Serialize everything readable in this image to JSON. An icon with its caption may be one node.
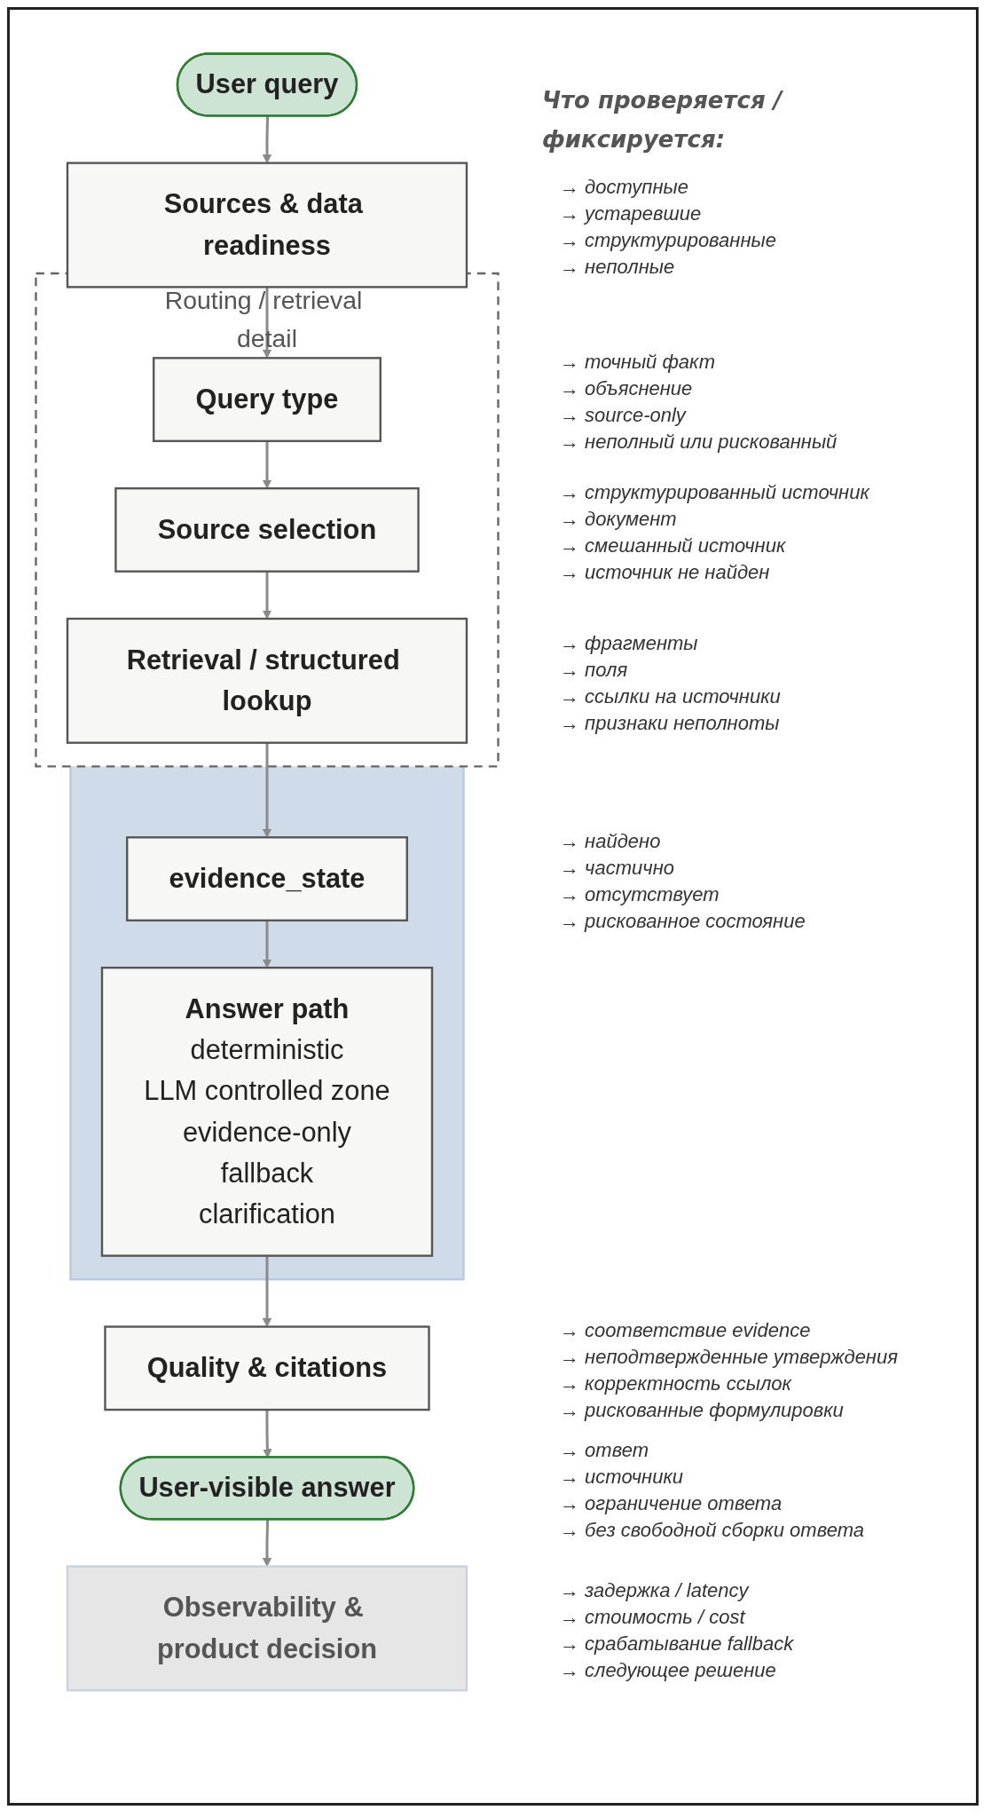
{
  "diagram": {
    "nodes": [
      {
        "text": [
          "User query"
        ]
      },
      {
        "text": [
          "Sources & data readiness"
        ],
        "beside": [
          "→ доступные",
          "→ устаревшие",
          "→ структурированные",
          "→ неполные"
        ]
      },
      {
        "text": [
          "Routing / retrieval detail"
        ]
      },
      {
        "text": [
          "Query type"
        ],
        "in": 2,
        "beside": [
          "→ точный факт",
          "→ объяснение",
          "→ source-only",
          "→ неполный или рискованный"
        ]
      },
      {
        "text": [
          "Source selection"
        ],
        "in": 2,
        "beside": [
          "→ структурированный источник",
          "→ документ",
          "→ смешанный источник",
          "→ источник не найден"
        ]
      },
      {
        "text": [
          "Retrieval / structured lookup"
        ],
        "in": 2,
        "beside": [
          "→ фрагменты",
          "→ поля",
          "→ ссылки на источники",
          "→ признаки неполноты"
        ]
      },
      {
        "text": [],
        "shape": "box"
      },
      {
        "text": [
          "evidence_state"
        ],
        "in": 6,
        "beside": [
          "→ найдено",
          "→ частично",
          "→ отсутствует",
          "→ рискованное состояние"
        ]
      },
      {
        "text": [
          "Answer path",
          "deterministic",
          "LLM controlled zone",
          "evidence-only",
          "fallback",
          "clarification"
        ],
        "in": 6
      },
      {
        "text": [
          "Quality & citations"
        ],
        "beside": [
          "→ соответствие evidence",
          "→ неподтвержденные утверждения",
          "→ корректность ссылок",
          "→ рискованные формулировки"
        ]
      },
      {
        "text": [
          "User-visible answer"
        ],
        "beside": [
          "→ ответ",
          "→ источники",
          "→ ограничение ответа",
          "→ без свободной сборки ответа"
        ]
      },
      {
        "text": [
          "Observability & product decision"
        ],
        "beside": [
          "→ задержка / latency",
          "→ стоимость / cost",
          "→ срабатывание fallback",
          "→ следующее решение"
        ]
      }
    ],
    "edges": [
      {
        "from": 0,
        "to": 1,
        "arrow": "to"
      },
      {
        "from": 1,
        "to": 3,
        "arrow": "to"
      },
      {
        "from": 3,
        "to": 4,
        "arrow": "to"
      },
      {
        "from": 4,
        "to": 5,
        "arrow": "to"
      },
      {
        "from": 5,
        "to": 7,
        "arrow": "to"
      },
      {
        "from": 7,
        "to": 8,
        "arrow": "to"
      },
      {
        "from": 8,
        "to": 9,
        "arrow": "to"
      },
      {
        "from": 9,
        "to": 10,
        "arrow": "to"
      },
      {
        "from": 10,
        "to": 11,
        "arrow": "to"
      }
    ],
    "labels": [
      "Что проверяется / фиксируется:"
    ]
  }
}
